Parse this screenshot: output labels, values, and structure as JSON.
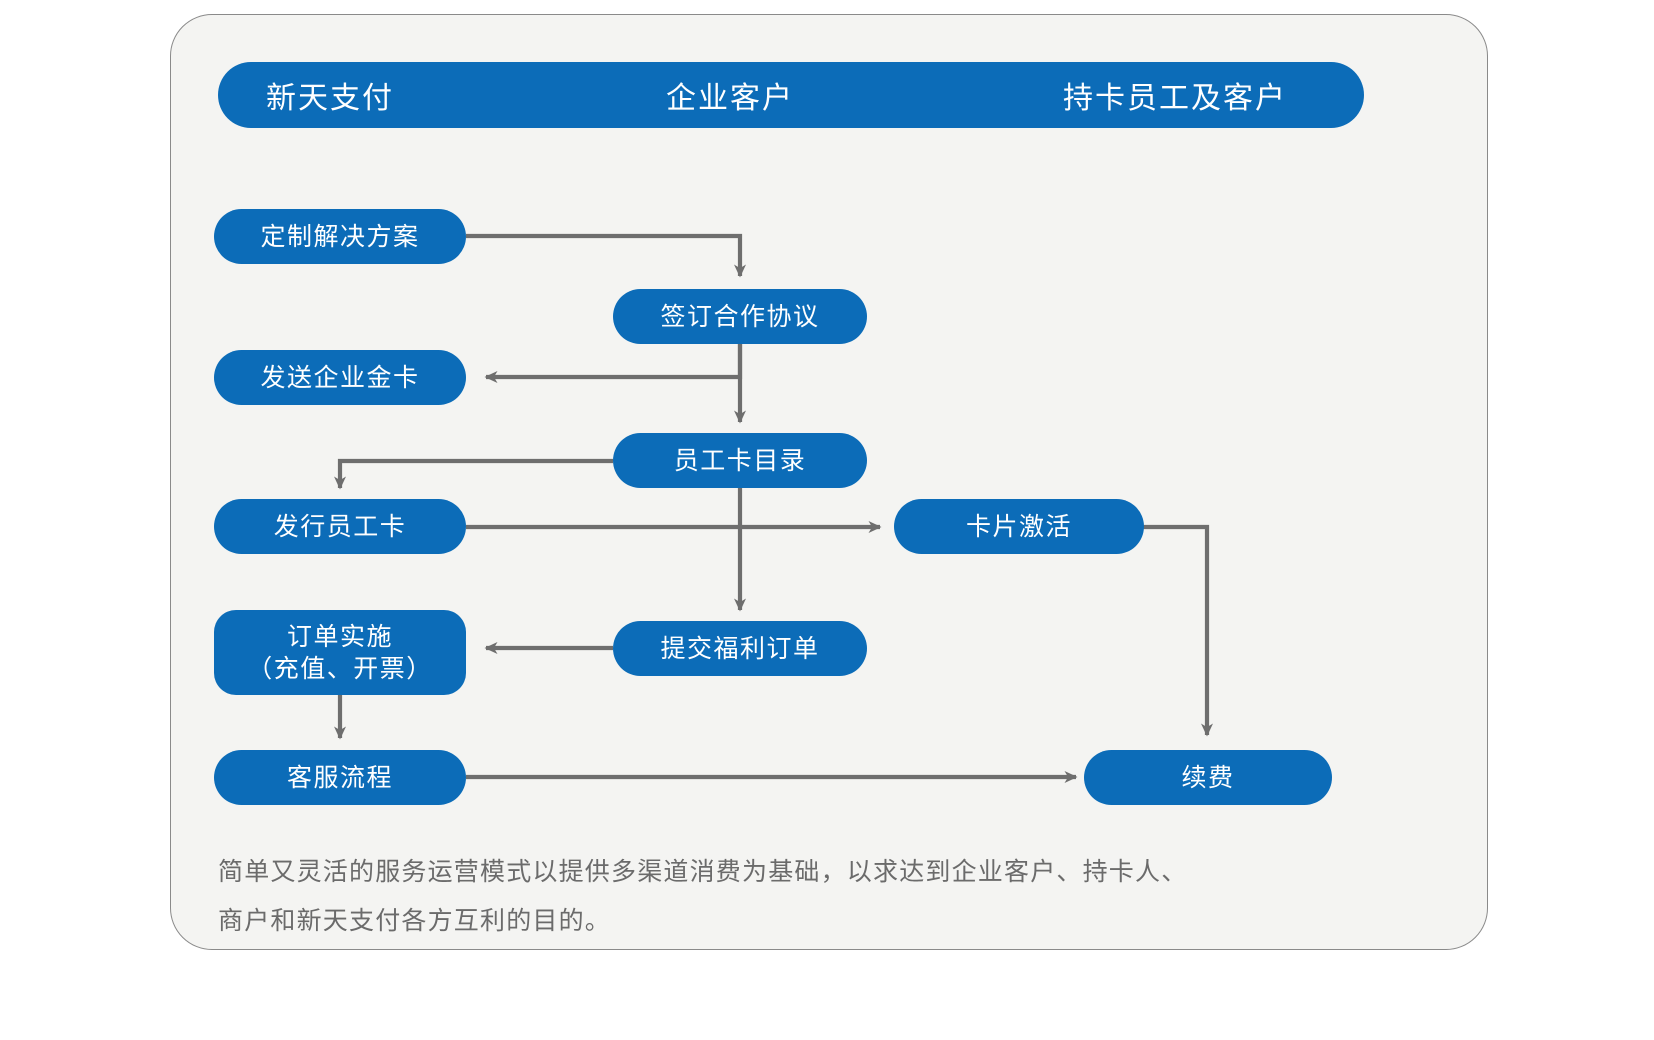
{
  "colors": {
    "node_blue": "#0C6CB8",
    "panel_bg": "#F4F4F2",
    "panel_border": "#8A8A8A",
    "connector": "#6E6E6E",
    "caption_text": "#6B6B6B",
    "node_text": "#FFFFFF"
  },
  "header": {
    "columns": [
      {
        "label": "新天支付"
      },
      {
        "label": "企业客户"
      },
      {
        "label": "持卡员工及客户"
      }
    ]
  },
  "nodes": [
    {
      "id": "custom-solution",
      "label": "定制解决方案",
      "label2": ""
    },
    {
      "id": "sign-agreement",
      "label": "签订合作协议",
      "label2": ""
    },
    {
      "id": "send-gold-card",
      "label": "发送企业金卡",
      "label2": ""
    },
    {
      "id": "employee-card-dir",
      "label": "员工卡目录",
      "label2": ""
    },
    {
      "id": "issue-employee-card",
      "label": "发行员工卡",
      "label2": ""
    },
    {
      "id": "card-activation",
      "label": "卡片激活",
      "label2": ""
    },
    {
      "id": "order-execution",
      "label": "订单实施",
      "label2": "（充值、开票）"
    },
    {
      "id": "submit-benefit-order",
      "label": "提交福利订单",
      "label2": ""
    },
    {
      "id": "customer-service",
      "label": "客服流程",
      "label2": ""
    },
    {
      "id": "renewal",
      "label": "续费",
      "label2": ""
    }
  ],
  "caption": {
    "line1": "简单又灵活的服务运营模式以提供多渠道消费为基础，以求达到企业客户、持卡人、",
    "line2": "商户和新天支付各方互利的目的。"
  },
  "flow_data": {
    "type": "flowchart",
    "edges": [
      {
        "from": "custom-solution",
        "to": "sign-agreement",
        "style": "elbow-right-down"
      },
      {
        "from": "sign-agreement",
        "to": "send-gold-card",
        "style": "elbow-down-left"
      },
      {
        "from": "sign-agreement",
        "to": "employee-card-dir",
        "style": "straight-down"
      },
      {
        "from": "employee-card-dir",
        "to": "issue-employee-card",
        "style": "elbow-left-down"
      },
      {
        "from": "employee-card-dir",
        "to": "submit-benefit-order",
        "style": "straight-down"
      },
      {
        "from": "issue-employee-card",
        "to": "card-activation",
        "style": "straight-right"
      },
      {
        "from": "submit-benefit-order",
        "to": "order-execution",
        "style": "straight-left"
      },
      {
        "from": "order-execution",
        "to": "customer-service",
        "style": "straight-down"
      },
      {
        "from": "card-activation",
        "to": "renewal",
        "style": "elbow-right-down"
      },
      {
        "from": "customer-service",
        "to": "renewal",
        "style": "straight-right"
      }
    ]
  }
}
